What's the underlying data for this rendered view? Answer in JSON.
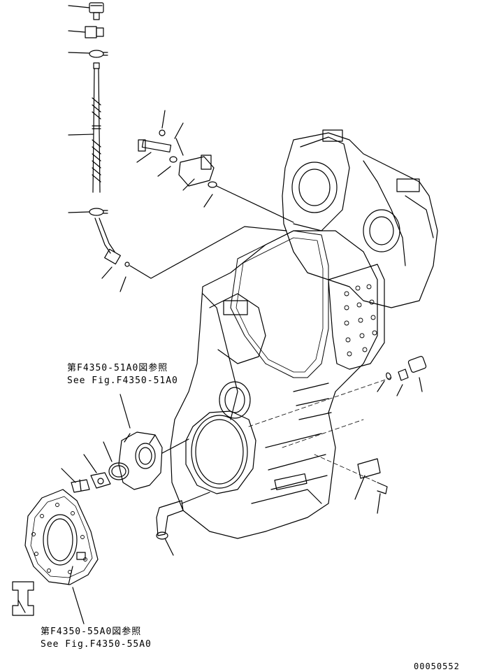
{
  "references": [
    {
      "jp": "第F4350-51A0図参照",
      "en": "See Fig.F4350-51A0"
    },
    {
      "jp": "第F4350-55A0図参照",
      "en": "See Fig.F4350-55A0"
    }
  ],
  "drawing_code": "00050552",
  "colors": {
    "ink": "#000000",
    "paper": "#ffffff"
  }
}
